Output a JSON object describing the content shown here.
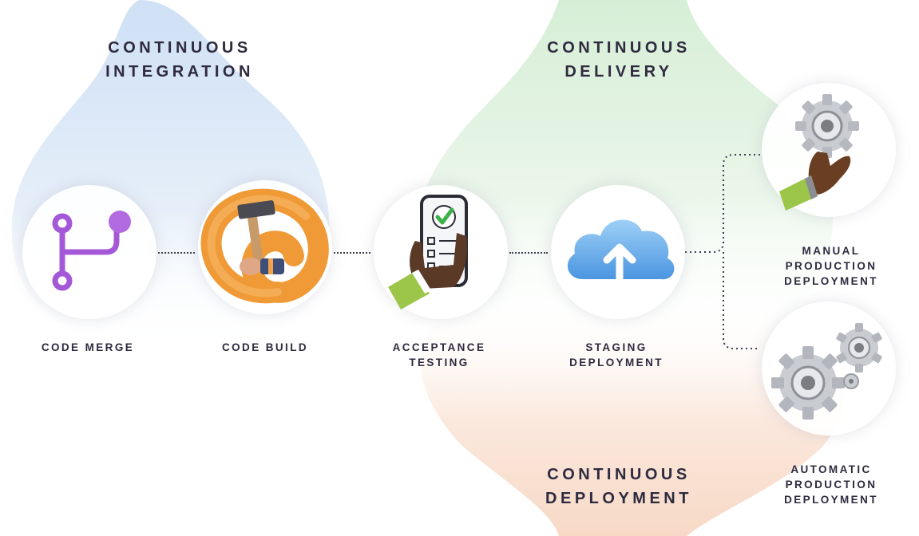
{
  "headings": {
    "ci": [
      "CONTINUOUS",
      "INTEGRATION"
    ],
    "cdelivery": [
      "CONTINUOUS",
      "DELIVERY"
    ],
    "cdeployment": [
      "CONTINUOUS",
      "DEPLOYMENT"
    ]
  },
  "stages": {
    "code_merge": [
      "CODE MERGE"
    ],
    "code_build": [
      "CODE BUILD"
    ],
    "acceptance": [
      "ACCEPTANCE",
      "TESTING"
    ],
    "staging": [
      "STAGING",
      "DEPLOYMENT"
    ],
    "manual": [
      "MANUAL",
      "PRODUCTION",
      "DEPLOYMENT"
    ],
    "automatic": [
      "AUTOMATIC",
      "PRODUCTION",
      "DEPLOYMENT"
    ]
  },
  "colors": {
    "ci_region": "#dbe8f7",
    "delivery_region": "#dff1df",
    "deployment_region": "#fbe3d6",
    "text": "#2e2a3f",
    "merge_icon": "#a458d8",
    "cloud": "#6fb0ea",
    "accent_orange": "#ef9a37"
  },
  "icons": {
    "code_merge": "git-merge-icon",
    "code_build": "hammer-swirl-icon",
    "acceptance": "phone-checklist-icon",
    "staging": "cloud-upload-icon",
    "manual": "hand-gear-icon",
    "automatic": "gears-icon"
  }
}
